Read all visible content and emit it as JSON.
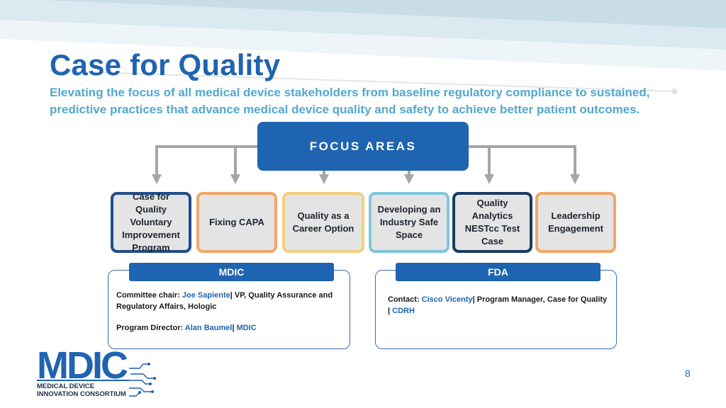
{
  "header": {
    "title": "Case for Quality",
    "subtitle": "Elevating the focus of all medical device stakeholders from baseline regulatory compliance to sustained, predictive practices that advance medical device quality and safety to achieve better patient outcomes."
  },
  "focus": {
    "label": "FOCUS AREAS"
  },
  "cards": [
    {
      "label": "Case for Quality Voluntary Improvement Program",
      "border": "#1f4e8a"
    },
    {
      "label": "Fixing CAPA",
      "border": "#f0a866"
    },
    {
      "label": "Quality as a Career Option",
      "border": "#f2cf7e"
    },
    {
      "label": "Developing an Industry Safe Space",
      "border": "#7ec7dc"
    },
    {
      "label": "Quality Analytics NESTcc Test Case",
      "border": "#173c64"
    },
    {
      "label": "Leadership Engagement",
      "border": "#f0a866"
    }
  ],
  "mdic": {
    "header": "MDIC",
    "chair_prefix": "Committee chair: ",
    "chair_name": "Joe Sapiente",
    "chair_role": "| VP, Quality Assurance and Regulatory Affairs, Hologic",
    "director_prefix": "Program Director: ",
    "director_name": "Alan Baumel",
    "director_sep": "| ",
    "director_org": "MDIC"
  },
  "fda": {
    "header": "FDA",
    "contact_prefix": "Contact: ",
    "contact_name": "Cisco Vicenty",
    "contact_role": "| Program Manager, Case for Quality",
    "contact_sep": "| ",
    "contact_org": "CDRH"
  },
  "logo": {
    "name": "MDIC",
    "line1": "MEDICAL DEVICE",
    "line2": "INNOVATION CONSORTIUM"
  },
  "page_number": "8",
  "colors": {
    "primary": "#1f64b0",
    "subtitle": "#53a8cf",
    "arrow": "#a6a6a6"
  }
}
